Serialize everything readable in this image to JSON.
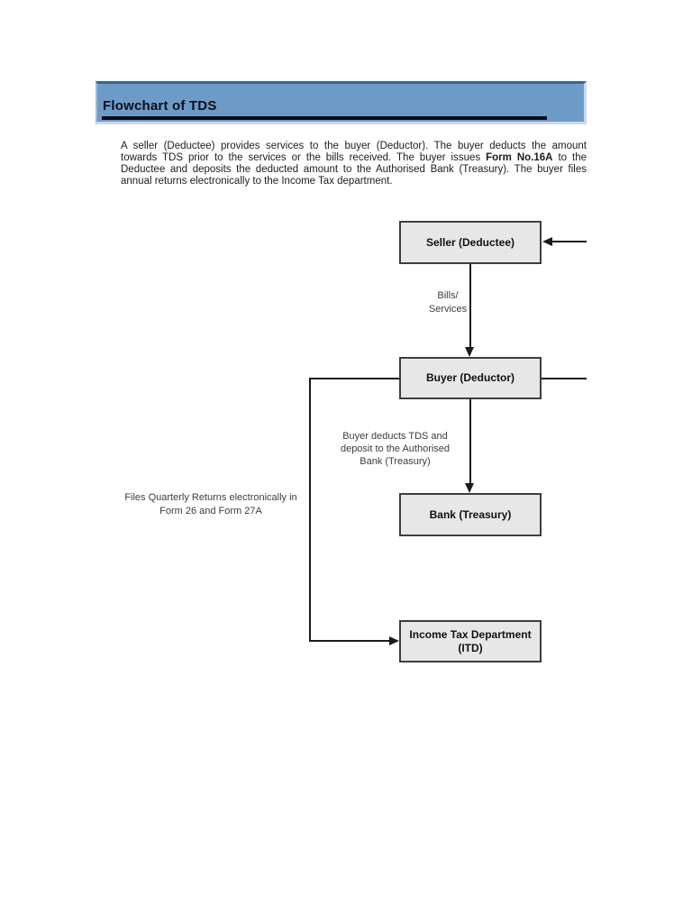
{
  "header": {
    "title": "Flowchart of TDS"
  },
  "intro": {
    "line1": "A seller (Deductee) provides services to the buyer (Deductor). The buyer deducts the amount",
    "line2_pre": "towards TDS prior to the services or the bills received. The buyer issues ",
    "line2_bold": "Form No.16A",
    "line2_post": " to the",
    "line3": "Deductee and deposits the deducted amount to the Authorised Bank (Treasury). The buyer files",
    "line4": "annual returns electronically to the Income Tax department."
  },
  "flowchart": {
    "nodes": {
      "seller": "Seller (Deductee)",
      "buyer": "Buyer (Deductor)",
      "bank": "Bank (Treasury)",
      "itd": "Income Tax Department\n(ITD)"
    },
    "labels": {
      "bills": "Bills/\nServices",
      "deduct": "Buyer deducts TDS and\ndeposit to the Authorised\nBank (Treasury)",
      "files": "Files Quarterly Returns electronically in\nForm 26  and Form 27A"
    }
  },
  "colors": {
    "banner_blue": "#6d9bc8",
    "banner_top_edge": "#40638a",
    "banner_light_edge": "#c8daea",
    "title_underline": "#0b0b14",
    "node_fill": "#e7e7e7",
    "node_border": "#3d3d3d",
    "connector_line": "#1a1a1a"
  }
}
